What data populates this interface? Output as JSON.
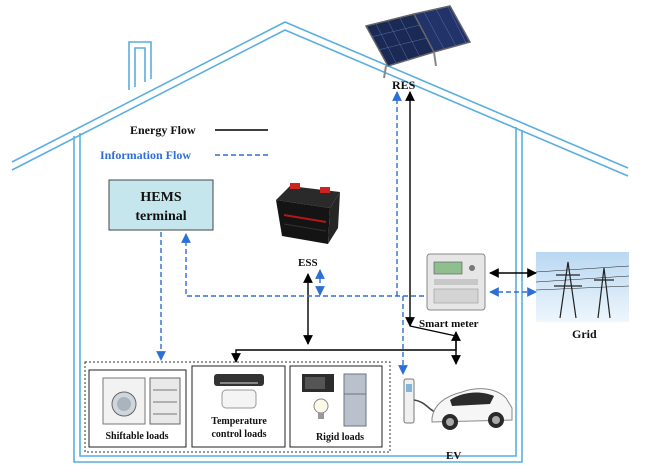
{
  "legend": {
    "energy_flow": "Energy Flow",
    "information_flow": "Information Flow"
  },
  "nodes": {
    "res": "RES",
    "ess": "ESS",
    "smart_meter": "Smart meter",
    "grid": "Grid",
    "ev": "EV",
    "hems_line1": "HEMS",
    "hems_line2": "terminal",
    "shiftable": "Shiftable loads",
    "temp_line1": "Temperature",
    "temp_line2": "control loads",
    "rigid": "Rigid loads"
  },
  "colors": {
    "house": "#5aaee0",
    "info_flow": "#2e6fd6",
    "energy_flow": "#000000",
    "hems_fill": "#c6e6ee",
    "hems_border": "#444444"
  }
}
